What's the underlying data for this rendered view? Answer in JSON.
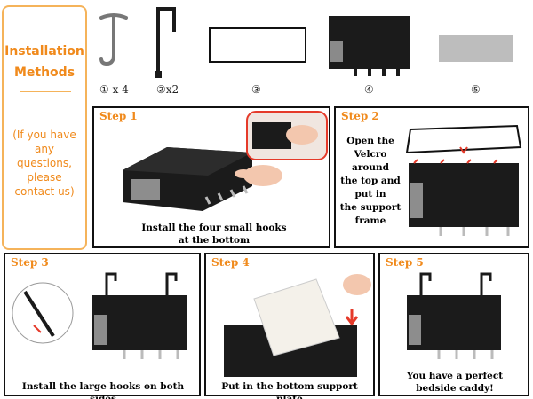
{
  "left_panel": {
    "title_line1": "Installation",
    "title_line2": "Methods",
    "question_lines": [
      "(If you have",
      "any",
      "questions,",
      "please",
      "contact us)"
    ]
  },
  "parts": [
    {
      "label": "① x 4"
    },
    {
      "label": "②x2"
    },
    {
      "label": "③"
    },
    {
      "label": "④"
    },
    {
      "label": "⑤"
    }
  ],
  "steps": {
    "step1": {
      "title": "Step 1",
      "caption": [
        "Install the four small hooks",
        "at the bottom"
      ]
    },
    "step2": {
      "title": "Step 2",
      "caption": [
        "Open the",
        "Velcro",
        "around",
        "the top and",
        "put in",
        "the support",
        "frame"
      ]
    },
    "step3": {
      "title": "Step 3",
      "caption": [
        "Install the large hooks on both sides"
      ]
    },
    "step4": {
      "title": "Step 4",
      "caption": [
        "Put in the bottom support plate"
      ]
    },
    "step5": {
      "title": "Step 5",
      "caption": [
        "You have a perfect",
        "bedside caddy!"
      ]
    }
  },
  "colors": {
    "accent": "#f08a1c",
    "panel_border": "#f5b35a",
    "caddy": "#1b1b1b",
    "highlight": "#e53a2a"
  }
}
